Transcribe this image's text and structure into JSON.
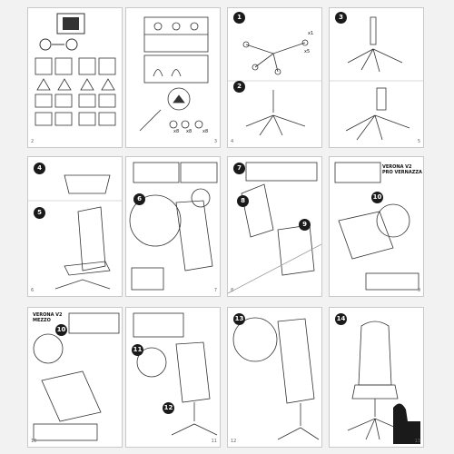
{
  "pages": [
    {
      "number": "2"
    },
    {
      "number": "3",
      "quantities": [
        "x8",
        "x8",
        "x8"
      ]
    },
    {
      "number": "4",
      "steps": [
        "1",
        "2"
      ],
      "quantities": [
        "x5",
        "x1"
      ]
    },
    {
      "number": "5",
      "steps": [
        "3"
      ]
    },
    {
      "number": "6",
      "steps": [
        "4",
        "5"
      ]
    },
    {
      "number": "7",
      "steps": [
        "6"
      ]
    },
    {
      "number": "8",
      "steps": [
        "7",
        "8",
        "9"
      ]
    },
    {
      "number": "9",
      "steps": [
        "10"
      ],
      "model": "VERONA V2 PRO VERNAZZA"
    },
    {
      "number": "10",
      "steps": [
        "10"
      ],
      "model": "VERONA V2 MEZZO"
    },
    {
      "number": "11",
      "steps": [
        "11",
        "12"
      ]
    },
    {
      "number": "12",
      "steps": [
        "13"
      ]
    },
    {
      "number": "13",
      "steps": [
        "14"
      ]
    }
  ],
  "colors": {
    "ink": "#1a1a1a",
    "paper": "#ffffff",
    "line": "#555555"
  }
}
